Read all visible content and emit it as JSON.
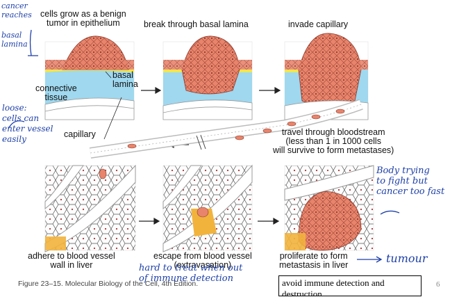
{
  "labels": {
    "panel1": "cells grow as a benign\ntumor in epithelium",
    "panel2": "break through basal lamina",
    "panel3": "invade capillary",
    "connective": "connective\ntissue",
    "basal_lamina": "basal\nlamina",
    "capillary": "capillary",
    "travel": "travel through bloodstream\n(less than 1 in 1000 cells\nwill survive to form metastases)",
    "adhere": "adhere to blood vessel\nwall in liver",
    "escape": "escape from blood vessel\n(extravasation)",
    "proliferate": "proliferate to form\nmetastasis in liver"
  },
  "handwriting": {
    "cancer_reaches": "cancer\nreaches",
    "basal_lamina": "basal\nlamina",
    "loose": "loose:\ncells can\nenter vessel\neasily",
    "body_trying": "Body trying\nto fight but\ncancer too fast",
    "tumour": "tumour",
    "hard_to_treat": "hard to treat when out\nof immune detection"
  },
  "caption": "Figure 23–15. Molecular Biology of the Cell, 4th Edition.",
  "note_box": "avoid immune detection and\ndestruction",
  "page_number": "6",
  "colors": {
    "tumor": "#e8846c",
    "tissue": "#9fd8ef",
    "lamina": "#f2e64a",
    "liver": "#f2b33d",
    "ink": "#1d3fa8"
  }
}
